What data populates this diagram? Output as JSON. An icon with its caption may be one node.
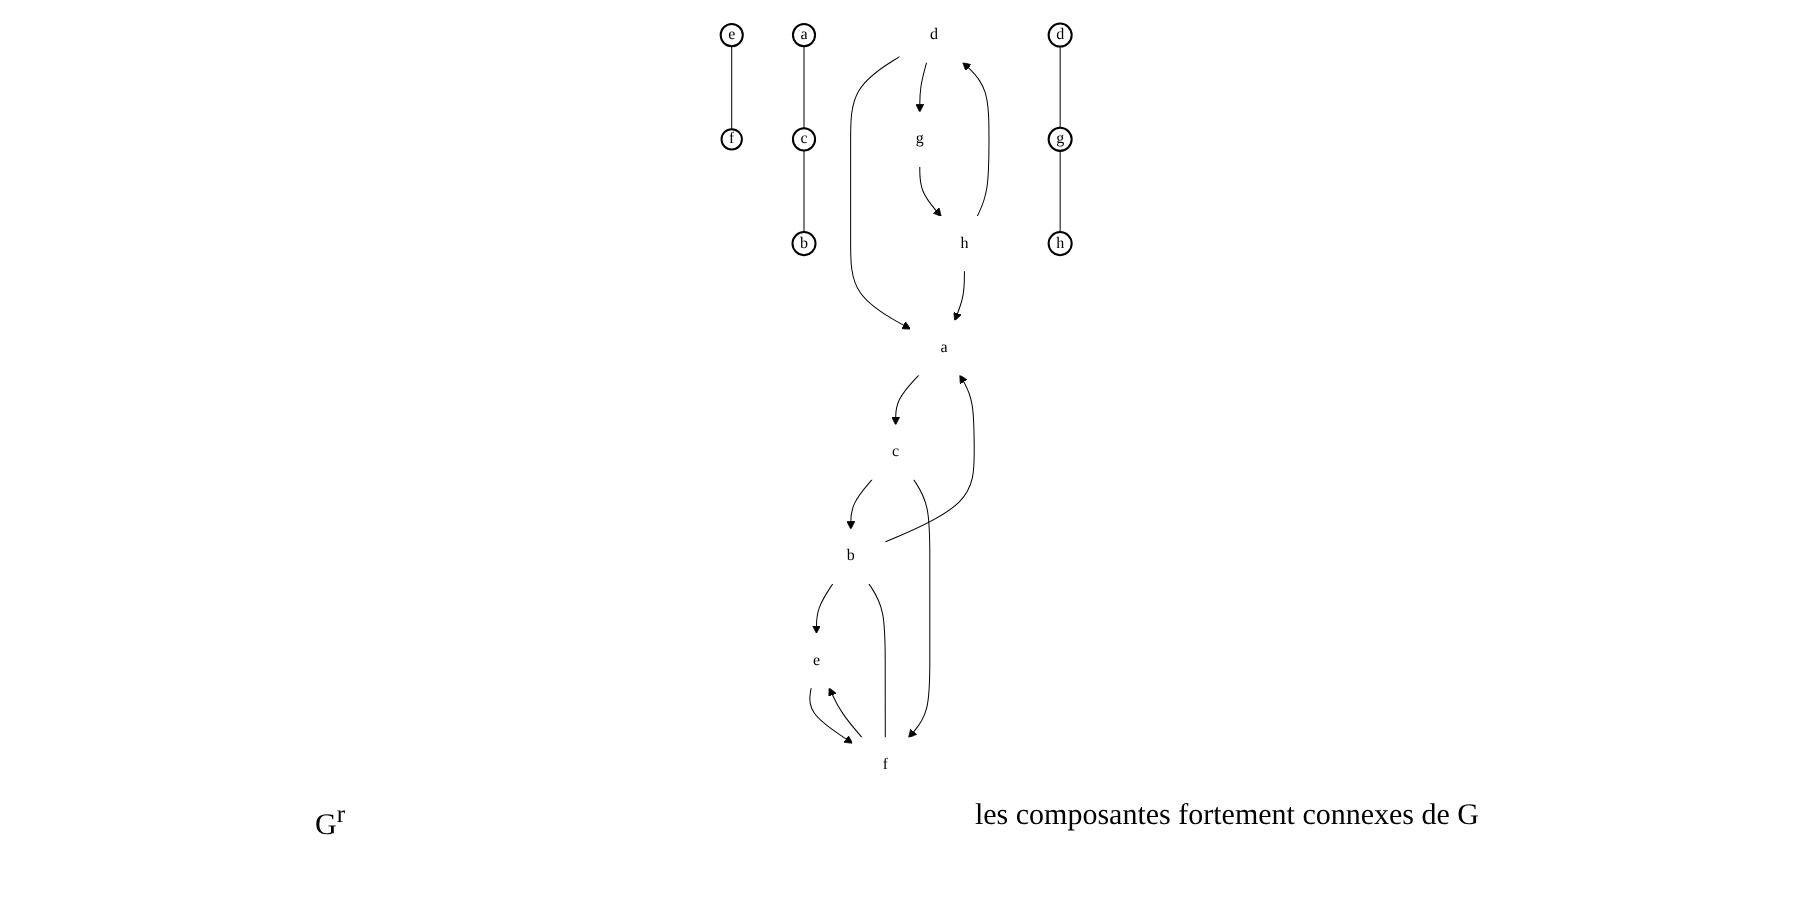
{
  "diagram": {
    "nodes": [
      {
        "text": [
          "a"
        ]
      },
      {
        "text": [
          "b"
        ]
      },
      {
        "text": [
          "c"
        ]
      },
      {
        "text": [
          "d"
        ]
      },
      {
        "text": [
          "e"
        ]
      },
      {
        "text": [
          "f"
        ]
      },
      {
        "text": [
          "g"
        ]
      },
      {
        "text": [
          "h"
        ]
      },
      {
        "text": [
          "e"
        ]
      },
      {
        "text": [
          "f"
        ]
      },
      {
        "text": [
          "a"
        ]
      },
      {
        "text": [
          "c"
        ]
      },
      {
        "text": [
          "b"
        ]
      },
      {
        "text": [
          "d"
        ]
      },
      {
        "text": [
          "g"
        ]
      },
      {
        "text": [
          "h"
        ]
      }
    ],
    "edges": [
      {
        "from": 1,
        "to": 0,
        "arrow": "to"
      },
      {
        "from": 0,
        "to": 2,
        "arrow": "to"
      },
      {
        "from": 2,
        "to": 1,
        "arrow": "to"
      },
      {
        "from": 1,
        "to": 4,
        "arrow": "to"
      },
      {
        "from": 2,
        "to": 5,
        "arrow": "to"
      },
      {
        "from": 1,
        "to": 5,
        "arrow": "none"
      },
      {
        "from": 4,
        "to": 5,
        "arrow": "to"
      },
      {
        "from": 5,
        "to": 4,
        "arrow": "to"
      },
      {
        "from": 3,
        "to": 0,
        "arrow": "to"
      },
      {
        "from": 7,
        "to": 3,
        "arrow": "to"
      },
      {
        "from": 3,
        "to": 6,
        "arrow": "to"
      },
      {
        "from": 6,
        "to": 7,
        "arrow": "to"
      },
      {
        "from": 7,
        "to": 0,
        "arrow": "to"
      },
      {
        "from": 8,
        "to": 9,
        "arrow": "none"
      },
      {
        "from": 10,
        "to": 11,
        "arrow": "none"
      },
      {
        "from": 11,
        "to": 12,
        "arrow": "none"
      },
      {
        "from": 13,
        "to": 14,
        "arrow": "none"
      },
      {
        "from": 14,
        "to": 15,
        "arrow": "none"
      }
    ],
    "labels": [
      "G$^{r}$",
      "les composantes fortement connexes de G"
    ]
  }
}
